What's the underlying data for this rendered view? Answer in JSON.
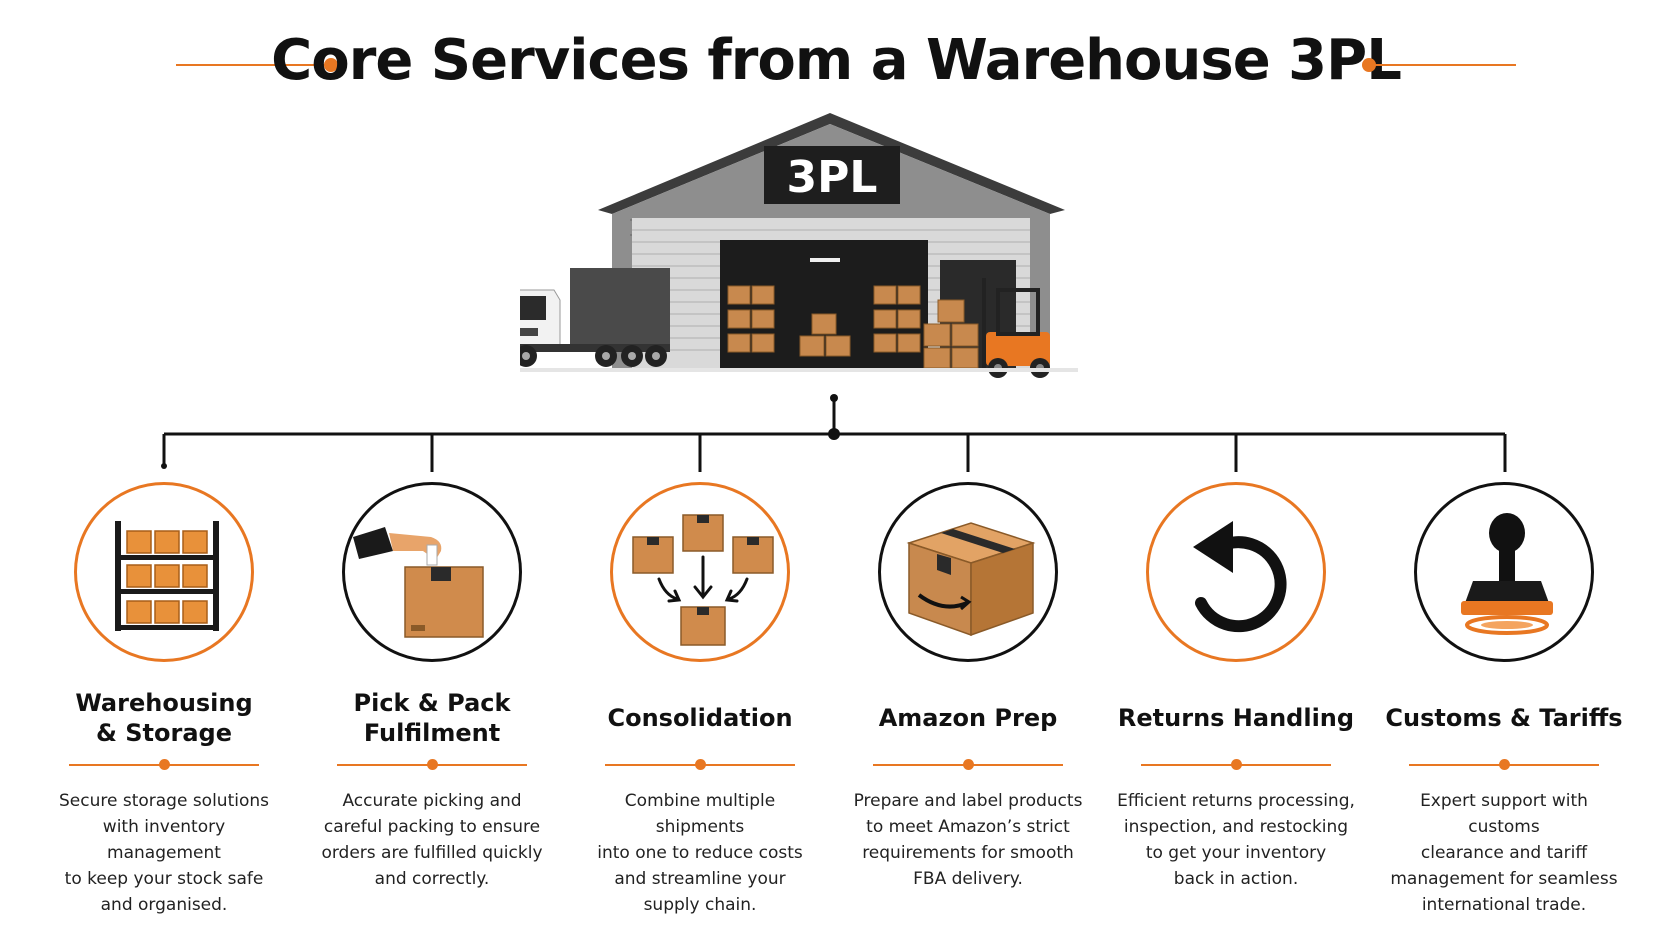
{
  "title": "Core Services from a Warehouse 3PL",
  "warehouse_sign": "3PL",
  "colors": {
    "accent": "#E87722",
    "ink": "#111111",
    "box": "#C8894E",
    "box_dark": "#A86B34",
    "roof": "#3C3C3C"
  },
  "services": [
    {
      "title_line1": "Warehousing",
      "title_line2": "& Storage",
      "icon": "warehouse-shelving-icon",
      "ring": "accent",
      "desc": [
        "Secure storage solutions",
        "with inventory management",
        "to keep your stock safe",
        "and organised."
      ]
    },
    {
      "title_line1": "Pick & Pack",
      "title_line2": "Fulfilment",
      "icon": "hand-picking-box-icon",
      "ring": "ink",
      "desc": [
        "Accurate picking and",
        "careful packing to ensure",
        "orders are fulfilled quickly",
        "and correctly."
      ]
    },
    {
      "title_line1": "Consolidation",
      "title_line2": "",
      "icon": "boxes-consolidation-icon",
      "ring": "accent",
      "desc": [
        "Combine multiple shipments",
        "into one to reduce costs",
        "and streamline your",
        "supply chain."
      ]
    },
    {
      "title_line1": "Amazon Prep",
      "title_line2": "",
      "icon": "amazon-box-icon",
      "ring": "ink",
      "desc": [
        "Prepare and label products",
        "to meet Amazon’s strict",
        "requirements for smooth",
        "FBA delivery."
      ]
    },
    {
      "title_line1": "Returns Handling",
      "title_line2": "",
      "icon": "return-arrow-icon",
      "ring": "accent",
      "desc": [
        "Efficient returns processing,",
        "inspection, and restocking",
        "to get your inventory",
        "back in action."
      ]
    },
    {
      "title_line1": "Customs & Tariffs",
      "title_line2": "",
      "icon": "customs-stamp-icon",
      "ring": "ink",
      "desc": [
        "Expert support with customs",
        "clearance and tariff",
        "management for seamless",
        "international trade."
      ]
    }
  ]
}
